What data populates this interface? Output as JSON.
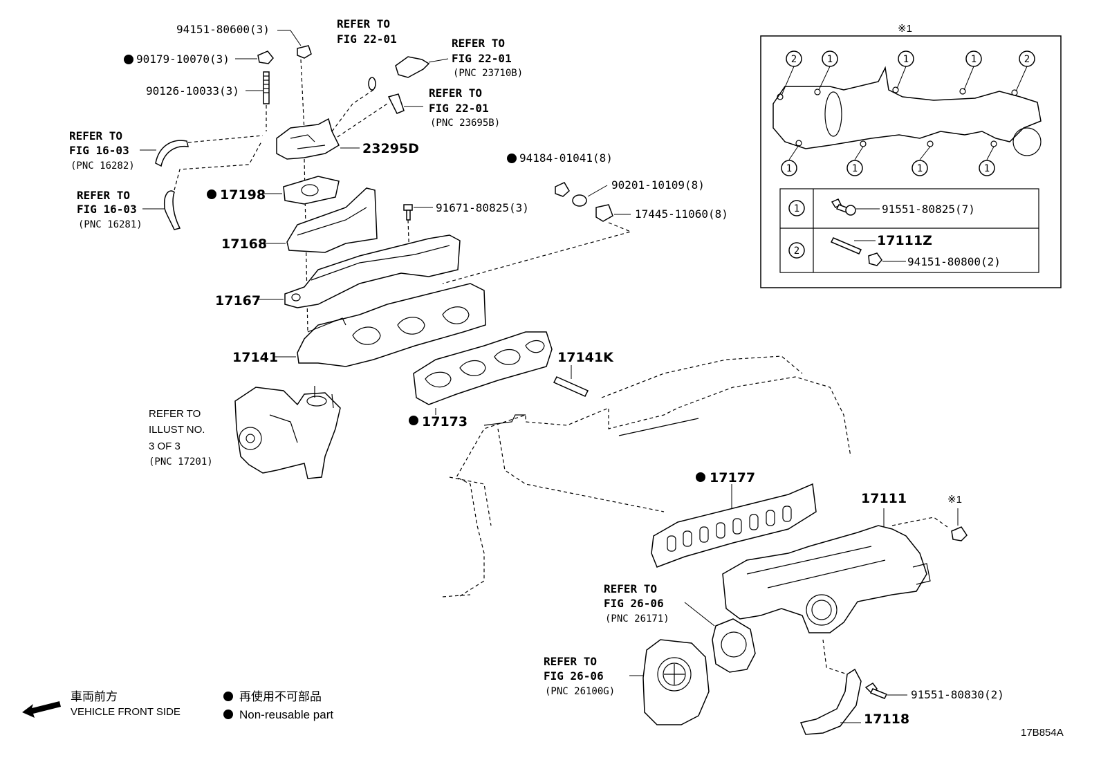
{
  "parts": {
    "p94151_80600": "94151-80600(3)",
    "p90179_10070": "90179-10070(3)",
    "p90126_10033": "90126-10033(3)",
    "p23295D": "23295D",
    "p17198": "17198",
    "p17168": "17168",
    "p17167": "17167",
    "p17141": "17141",
    "p91671_80825": "91671-80825(3)",
    "p94184_01041": "94184-01041(8)",
    "p90201_10109": "90201-10109(8)",
    "p17445_11060": "17445-11060(8)",
    "p17141K": "17141K",
    "p17173": "17173",
    "p17177": "17177",
    "p17111": "17111",
    "p17118": "17118",
    "p91551_80830": "91551-80830(2)",
    "p91551_80825": "91551-80825(7)",
    "p17111Z": "17111Z",
    "p94151_80800": "94151-80800(2)"
  },
  "refs": {
    "r1": {
      "l1": "REFER TO",
      "l2": "FIG 22-01",
      "l3": ""
    },
    "r2": {
      "l1": "REFER TO",
      "l2": "FIG 22-01",
      "l3": "(PNC 23710B)"
    },
    "r3": {
      "l1": "REFER TO",
      "l2": "FIG 22-01",
      "l3": "(PNC 23695B)"
    },
    "r4": {
      "l1": "REFER TO",
      "l2": "FIG 16-03",
      "l3": "(PNC 16282)"
    },
    "r5": {
      "l1": "REFER TO",
      "l2": "FIG 16-03",
      "l3": "(PNC 16281)"
    },
    "r6": {
      "l1": "REFER TO",
      "l2": "ILLUST NO.",
      "l3": "3 OF 3",
      "l4": "(PNC 17201)"
    },
    "r7": {
      "l1": "REFER TO",
      "l2": "FIG 26-06",
      "l3": "(PNC 26171)"
    },
    "r8": {
      "l1": "REFER TO",
      "l2": "FIG 26-06",
      "l3": "(PNC 26100G)"
    }
  },
  "inset": {
    "mark": "※1",
    "callout": "※1",
    "circle1": "1",
    "circle2": "2"
  },
  "legend": {
    "front_jp": "車両前方",
    "front_en": "VEHICLE FRONT SIDE",
    "nonreuse_jp": "再使用不可部品",
    "nonreuse_en": "Non-reusable part"
  },
  "diagram_id": "17B854A"
}
